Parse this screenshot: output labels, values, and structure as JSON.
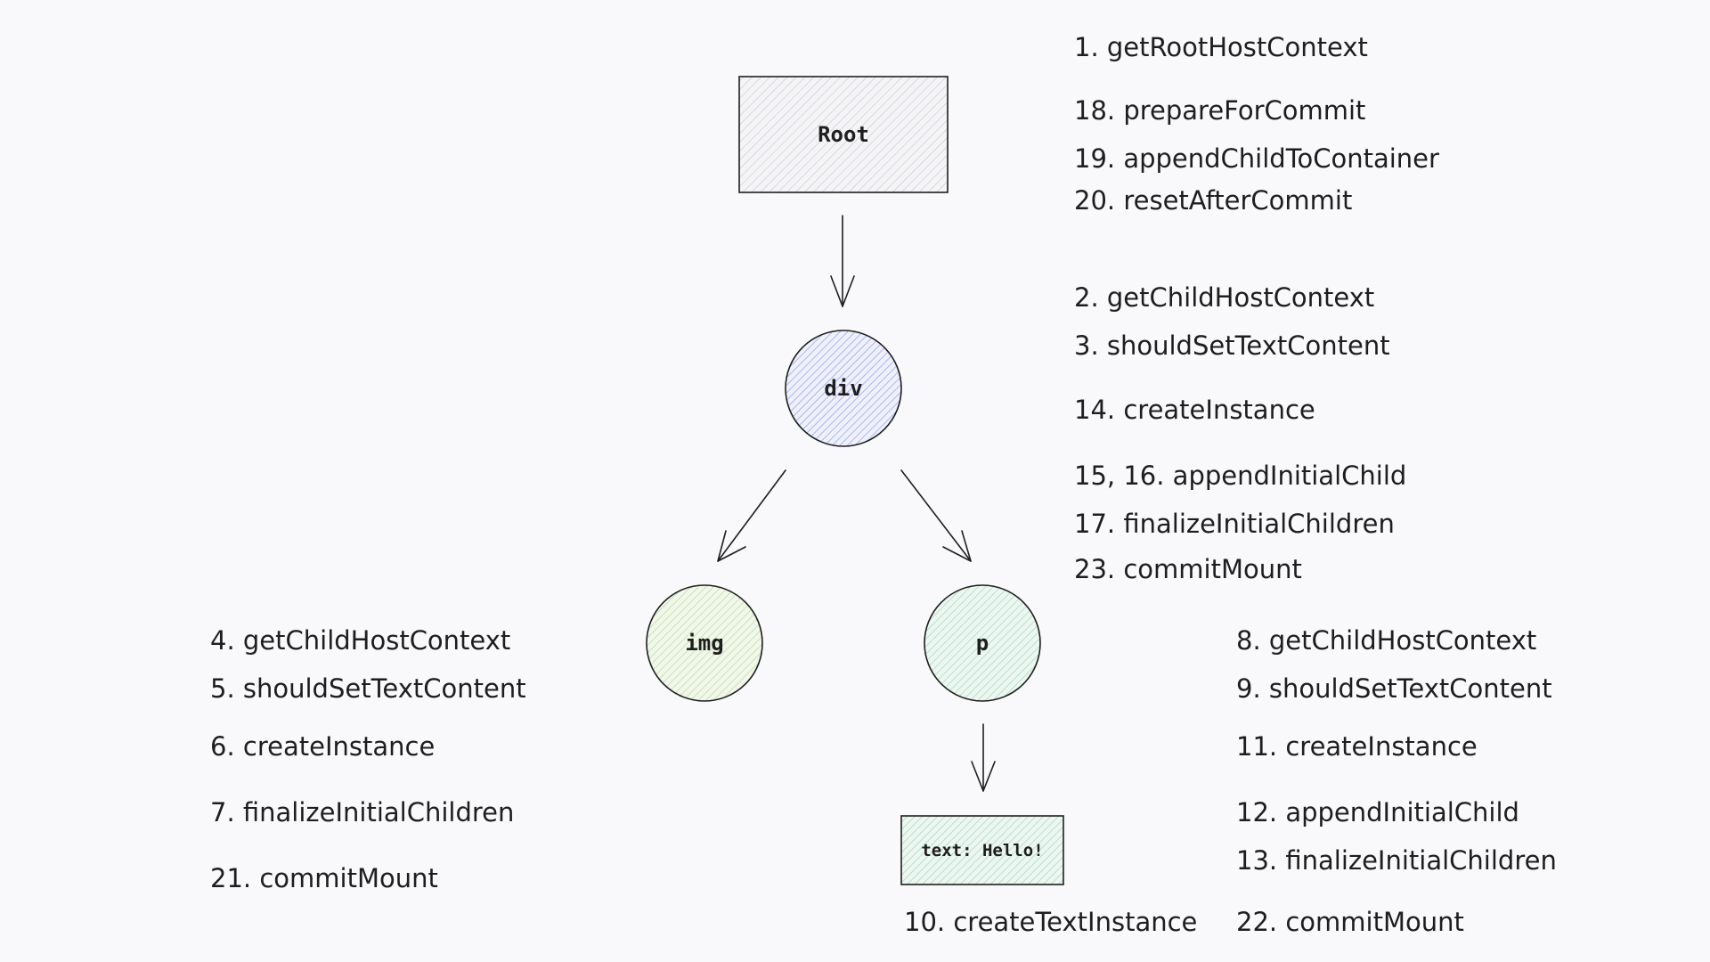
{
  "nodes": {
    "root": {
      "label": "Root",
      "color": "#e9ecef"
    },
    "div": {
      "label": "div",
      "color": "#a5b4fc"
    },
    "img": {
      "label": "img",
      "color": "#c5e0a8"
    },
    "p": {
      "label": "p",
      "color": "#b2e0c4"
    },
    "text": {
      "label": "text: Hello!",
      "color": "#b2e0c4"
    }
  },
  "steps": {
    "root": [
      "1. getRootHostContext",
      "18. prepareForCommit",
      "19. appendChildToContainer",
      "20. resetAfterCommit"
    ],
    "div": [
      "2. getChildHostContext",
      "3. shouldSetTextContent",
      "14. createInstance",
      "15, 16. appendInitialChild",
      "17. finalizeInitialChildren",
      "23. commitMount"
    ],
    "img": [
      "4. getChildHostContext",
      "5. shouldSetTextContent",
      "6. createInstance",
      "7. finalizeInitialChildren",
      "21. commitMount"
    ],
    "p": [
      "8. getChildHostContext",
      "9. shouldSetTextContent",
      "11. createInstance",
      "12. appendInitialChild",
      "13. finalizeInitialChildren",
      "22. commitMount"
    ],
    "text": [
      "10. createTextInstance"
    ]
  }
}
